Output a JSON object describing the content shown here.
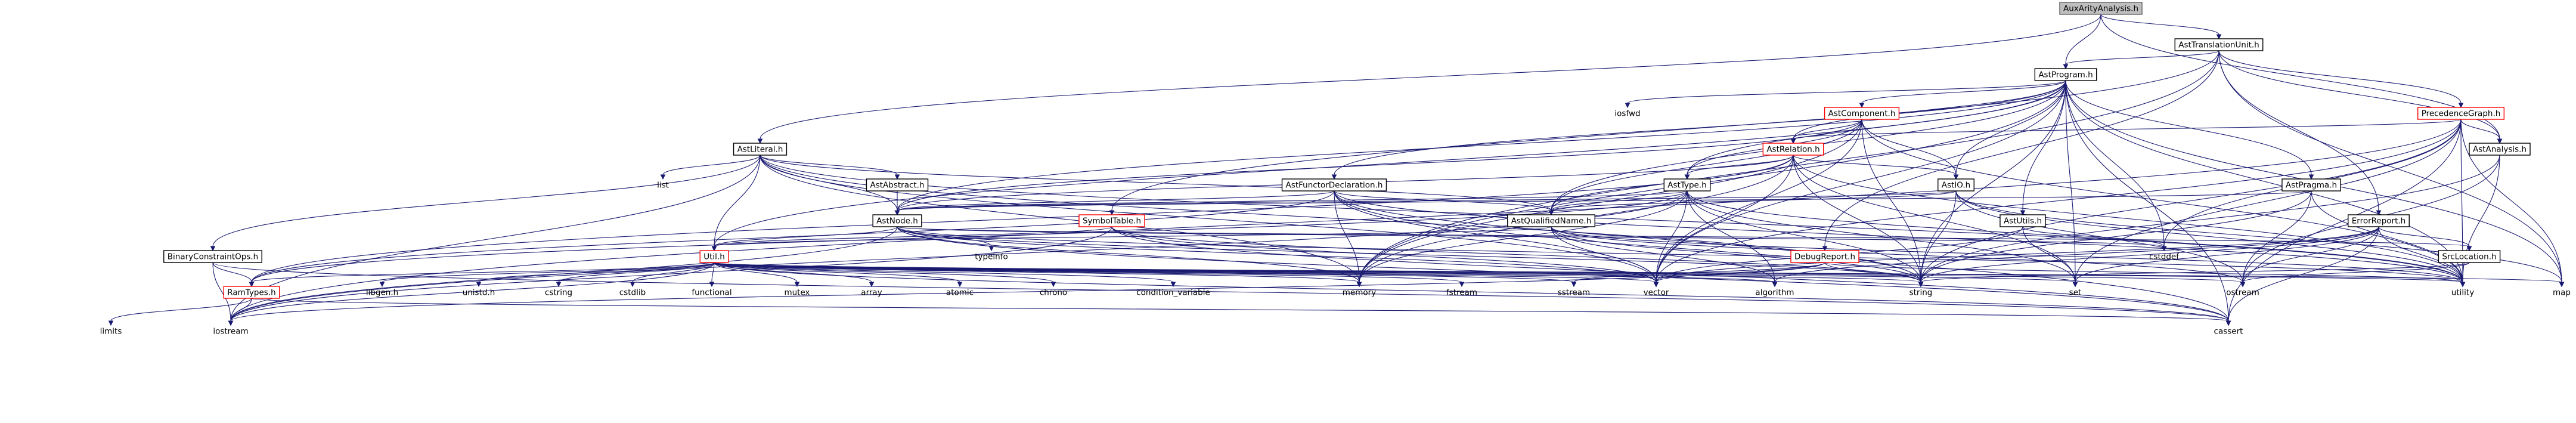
{
  "diagram": {
    "type": "include-dependency-graph",
    "colors": {
      "edge": "#191970",
      "root_fill": "#bfbfbf",
      "red_border": "#ff0000",
      "node_border": "#000000"
    },
    "nodes": [
      {
        "id": "AuxArityAnalysis_h",
        "label": "AuxArityAnalysis.h",
        "style": "root"
      },
      {
        "id": "AstTranslationUnit_h",
        "label": "AstTranslationUnit.h",
        "style": "box"
      },
      {
        "id": "AstProgram_h",
        "label": "AstProgram.h",
        "style": "box"
      },
      {
        "id": "AstLiteral_h",
        "label": "AstLiteral.h",
        "style": "box"
      },
      {
        "id": "AstComponent_h",
        "label": "AstComponent.h",
        "style": "red"
      },
      {
        "id": "PrecedenceGraph_h",
        "label": "PrecedenceGraph.h",
        "style": "red"
      },
      {
        "id": "AstRelation_h",
        "label": "AstRelation.h",
        "style": "red"
      },
      {
        "id": "AstAnalysis_h",
        "label": "AstAnalysis.h",
        "style": "box"
      },
      {
        "id": "AstAbstract_h",
        "label": "AstAbstract.h",
        "style": "box"
      },
      {
        "id": "AstFunctorDeclaration_h",
        "label": "AstFunctorDeclaration.h",
        "style": "box"
      },
      {
        "id": "AstType_h",
        "label": "AstType.h",
        "style": "box"
      },
      {
        "id": "AstIO_h",
        "label": "AstIO.h",
        "style": "box"
      },
      {
        "id": "AstPragma_h",
        "label": "AstPragma.h",
        "style": "box"
      },
      {
        "id": "AstNode_h",
        "label": "AstNode.h",
        "style": "box"
      },
      {
        "id": "SymbolTable_h",
        "label": "SymbolTable.h",
        "style": "red"
      },
      {
        "id": "AstQualifiedName_h",
        "label": "AstQualifiedName.h",
        "style": "box"
      },
      {
        "id": "AstUtils_h",
        "label": "AstUtils.h",
        "style": "box"
      },
      {
        "id": "ErrorReport_h",
        "label": "ErrorReport.h",
        "style": "box"
      },
      {
        "id": "BinaryConstraintOps_h",
        "label": "BinaryConstraintOps.h",
        "style": "box"
      },
      {
        "id": "Util_h",
        "label": "Util.h",
        "style": "red"
      },
      {
        "id": "DebugReport_h",
        "label": "DebugReport.h",
        "style": "red"
      },
      {
        "id": "SrcLocation_h",
        "label": "SrcLocation.h",
        "style": "box"
      },
      {
        "id": "RamTypes_h",
        "label": "RamTypes.h",
        "style": "red"
      },
      {
        "id": "iosfwd",
        "label": "iosfwd",
        "style": "free"
      },
      {
        "id": "list",
        "label": "list",
        "style": "free"
      },
      {
        "id": "typeinfo",
        "label": "typeinfo",
        "style": "free"
      },
      {
        "id": "cstddef",
        "label": "cstddef",
        "style": "free"
      },
      {
        "id": "libgen_h",
        "label": "libgen.h",
        "style": "free"
      },
      {
        "id": "unistd_h",
        "label": "unistd.h",
        "style": "free"
      },
      {
        "id": "cstring",
        "label": "cstring",
        "style": "free"
      },
      {
        "id": "cstdlib",
        "label": "cstdlib",
        "style": "free"
      },
      {
        "id": "functional",
        "label": "functional",
        "style": "free"
      },
      {
        "id": "mutex",
        "label": "mutex",
        "style": "free"
      },
      {
        "id": "array",
        "label": "array",
        "style": "free"
      },
      {
        "id": "atomic",
        "label": "atomic",
        "style": "free"
      },
      {
        "id": "chrono",
        "label": "chrono",
        "style": "free"
      },
      {
        "id": "condition_variable",
        "label": "condition_variable",
        "style": "free"
      },
      {
        "id": "memory",
        "label": "memory",
        "style": "free"
      },
      {
        "id": "fstream",
        "label": "fstream",
        "style": "free"
      },
      {
        "id": "sstream",
        "label": "sstream",
        "style": "free"
      },
      {
        "id": "vector",
        "label": "vector",
        "style": "free"
      },
      {
        "id": "algorithm",
        "label": "algorithm",
        "style": "free"
      },
      {
        "id": "string",
        "label": "string",
        "style": "free"
      },
      {
        "id": "set",
        "label": "set",
        "style": "free"
      },
      {
        "id": "ostream",
        "label": "ostream",
        "style": "free"
      },
      {
        "id": "utility",
        "label": "utility",
        "style": "free"
      },
      {
        "id": "map",
        "label": "map",
        "style": "free"
      },
      {
        "id": "limits",
        "label": "limits",
        "style": "free"
      },
      {
        "id": "iostream",
        "label": "iostream",
        "style": "free"
      },
      {
        "id": "cassert",
        "label": "cassert",
        "style": "free"
      }
    ],
    "edges": [
      [
        "AuxArityAnalysis_h",
        "AstTranslationUnit_h"
      ],
      [
        "AuxArityAnalysis_h",
        "AstProgram_h"
      ],
      [
        "AuxArityAnalysis_h",
        "AstLiteral_h"
      ],
      [
        "AuxArityAnalysis_h",
        "AstAnalysis_h"
      ],
      [
        "AstTranslationUnit_h",
        "AstProgram_h"
      ],
      [
        "AstTranslationUnit_h",
        "PrecedenceGraph_h"
      ],
      [
        "AstTranslationUnit_h",
        "AstAnalysis_h"
      ],
      [
        "AstTranslationUnit_h",
        "ErrorReport_h"
      ],
      [
        "AstTranslationUnit_h",
        "DebugReport_h"
      ],
      [
        "AstTranslationUnit_h",
        "SymbolTable_h"
      ],
      [
        "AstTranslationUnit_h",
        "memory"
      ],
      [
        "AstTranslationUnit_h",
        "map"
      ],
      [
        "AstProgram_h",
        "iosfwd"
      ],
      [
        "AstProgram_h",
        "AstComponent_h"
      ],
      [
        "AstProgram_h",
        "AstRelation_h"
      ],
      [
        "AstProgram_h",
        "AstFunctorDeclaration_h"
      ],
      [
        "AstProgram_h",
        "AstType_h"
      ],
      [
        "AstProgram_h",
        "AstIO_h"
      ],
      [
        "AstProgram_h",
        "AstPragma_h"
      ],
      [
        "AstProgram_h",
        "AstNode_h"
      ],
      [
        "AstProgram_h",
        "AstQualifiedName_h"
      ],
      [
        "AstProgram_h",
        "AstUtils_h"
      ],
      [
        "AstProgram_h",
        "Util_h"
      ],
      [
        "AstProgram_h",
        "cstddef"
      ],
      [
        "AstProgram_h",
        "memory"
      ],
      [
        "AstProgram_h",
        "vector"
      ],
      [
        "AstProgram_h",
        "string"
      ],
      [
        "AstProgram_h",
        "set"
      ],
      [
        "AstProgram_h",
        "map"
      ],
      [
        "AstProgram_h",
        "utility"
      ],
      [
        "AstProgram_h",
        "cassert"
      ],
      [
        "AstLiteral_h",
        "list"
      ],
      [
        "AstLiteral_h",
        "AstAbstract_h"
      ],
      [
        "AstLiteral_h",
        "AstNode_h"
      ],
      [
        "AstLiteral_h",
        "AstQualifiedName_h"
      ],
      [
        "AstLiteral_h",
        "BinaryConstraintOps_h"
      ],
      [
        "AstLiteral_h",
        "Util_h"
      ],
      [
        "AstLiteral_h",
        "memory"
      ],
      [
        "AstLiteral_h",
        "vector"
      ],
      [
        "AstLiteral_h",
        "string"
      ],
      [
        "AstLiteral_h",
        "iostream"
      ],
      [
        "AstLiteral_h",
        "utility"
      ],
      [
        "AstComponent_h",
        "AstRelation_h"
      ],
      [
        "AstComponent_h",
        "AstType_h"
      ],
      [
        "AstComponent_h",
        "AstIO_h"
      ],
      [
        "AstComponent_h",
        "AstNode_h"
      ],
      [
        "AstComponent_h",
        "AstQualifiedName_h"
      ],
      [
        "AstComponent_h",
        "memory"
      ],
      [
        "AstComponent_h",
        "vector"
      ],
      [
        "AstComponent_h",
        "string"
      ],
      [
        "AstComponent_h",
        "utility"
      ],
      [
        "PrecedenceGraph_h",
        "AstRelation_h"
      ],
      [
        "PrecedenceGraph_h",
        "AstAnalysis_h"
      ],
      [
        "PrecedenceGraph_h",
        "cstddef"
      ],
      [
        "PrecedenceGraph_h",
        "string"
      ],
      [
        "PrecedenceGraph_h",
        "set"
      ],
      [
        "PrecedenceGraph_h",
        "vector"
      ],
      [
        "PrecedenceGraph_h",
        "map"
      ],
      [
        "PrecedenceGraph_h",
        "utility"
      ],
      [
        "PrecedenceGraph_h",
        "iostream"
      ],
      [
        "PrecedenceGraph_h",
        "cassert"
      ],
      [
        "AstRelation_h",
        "AstType_h"
      ],
      [
        "AstRelation_h",
        "AstIO_h"
      ],
      [
        "AstRelation_h",
        "AstNode_h"
      ],
      [
        "AstRelation_h",
        "AstQualifiedName_h"
      ],
      [
        "AstRelation_h",
        "RamTypes_h"
      ],
      [
        "AstRelation_h",
        "memory"
      ],
      [
        "AstRelation_h",
        "vector"
      ],
      [
        "AstRelation_h",
        "string"
      ],
      [
        "AstRelation_h",
        "set"
      ],
      [
        "AstRelation_h",
        "utility"
      ],
      [
        "AstAnalysis_h",
        "ostream"
      ],
      [
        "AstAnalysis_h",
        "string"
      ],
      [
        "AstAnalysis_h",
        "utility"
      ],
      [
        "AstAbstract_h",
        "AstNode_h"
      ],
      [
        "AstFunctorDeclaration_h",
        "AstNode_h"
      ],
      [
        "AstFunctorDeclaration_h",
        "AstQualifiedName_h"
      ],
      [
        "AstFunctorDeclaration_h",
        "RamTypes_h"
      ],
      [
        "AstFunctorDeclaration_h",
        "memory"
      ],
      [
        "AstFunctorDeclaration_h",
        "vector"
      ],
      [
        "AstFunctorDeclaration_h",
        "string"
      ],
      [
        "AstFunctorDeclaration_h",
        "utility"
      ],
      [
        "AstFunctorDeclaration_h",
        "cassert"
      ],
      [
        "AstType_h",
        "AstNode_h"
      ],
      [
        "AstType_h",
        "AstQualifiedName_h"
      ],
      [
        "AstType_h",
        "RamTypes_h"
      ],
      [
        "AstType_h",
        "memory"
      ],
      [
        "AstType_h",
        "vector"
      ],
      [
        "AstType_h",
        "string"
      ],
      [
        "AstType_h",
        "set"
      ],
      [
        "AstType_h",
        "algorithm"
      ],
      [
        "AstType_h",
        "utility"
      ],
      [
        "AstType_h",
        "iostream"
      ],
      [
        "AstIO_h",
        "AstNode_h"
      ],
      [
        "AstIO_h",
        "AstQualifiedName_h"
      ],
      [
        "AstIO_h",
        "string"
      ],
      [
        "AstIO_h",
        "map"
      ],
      [
        "AstIO_h",
        "utility"
      ],
      [
        "AstIO_h",
        "ostream"
      ],
      [
        "AstPragma_h",
        "AstNode_h"
      ],
      [
        "AstPragma_h",
        "string"
      ],
      [
        "AstPragma_h",
        "ostream"
      ],
      [
        "AstPragma_h",
        "utility"
      ],
      [
        "AstNode_h",
        "SrcLocation_h"
      ],
      [
        "AstNode_h",
        "typeinfo"
      ],
      [
        "AstNode_h",
        "Util_h"
      ],
      [
        "AstNode_h",
        "memory"
      ],
      [
        "AstNode_h",
        "vector"
      ],
      [
        "AstNode_h",
        "string"
      ],
      [
        "AstNode_h",
        "iostream"
      ],
      [
        "AstNode_h",
        "utility"
      ],
      [
        "AstNode_h",
        "cassert"
      ],
      [
        "AstNode_h",
        "cstddef"
      ],
      [
        "SymbolTable_h",
        "Util_h"
      ],
      [
        "SymbolTable_h",
        "string"
      ],
      [
        "SymbolTable_h",
        "vector"
      ],
      [
        "SymbolTable_h",
        "iostream"
      ],
      [
        "SymbolTable_h",
        "cassert"
      ],
      [
        "AstQualifiedName_h",
        "Util_h"
      ],
      [
        "AstQualifiedName_h",
        "string"
      ],
      [
        "AstQualifiedName_h",
        "vector"
      ],
      [
        "AstQualifiedName_h",
        "algorithm"
      ],
      [
        "AstQualifiedName_h",
        "utility"
      ],
      [
        "AstQualifiedName_h",
        "ostream"
      ],
      [
        "AstUtils_h",
        "set"
      ],
      [
        "AstUtils_h",
        "vector"
      ],
      [
        "AstUtils_h",
        "cstddef"
      ],
      [
        "ErrorReport_h",
        "SrcLocation_h"
      ],
      [
        "ErrorReport_h",
        "set"
      ],
      [
        "ErrorReport_h",
        "string"
      ],
      [
        "ErrorReport_h",
        "vector"
      ],
      [
        "ErrorReport_h",
        "algorithm"
      ],
      [
        "ErrorReport_h",
        "utility"
      ],
      [
        "ErrorReport_h",
        "ostream"
      ],
      [
        "ErrorReport_h",
        "cassert"
      ],
      [
        "BinaryConstraintOps_h",
        "RamTypes_h"
      ],
      [
        "BinaryConstraintOps_h",
        "iostream"
      ],
      [
        "BinaryConstraintOps_h",
        "cassert"
      ],
      [
        "Util_h",
        "RamTypes_h"
      ],
      [
        "Util_h",
        "libgen_h"
      ],
      [
        "Util_h",
        "unistd_h"
      ],
      [
        "Util_h",
        "cstring"
      ],
      [
        "Util_h",
        "cstdlib"
      ],
      [
        "Util_h",
        "functional"
      ],
      [
        "Util_h",
        "mutex"
      ],
      [
        "Util_h",
        "array"
      ],
      [
        "Util_h",
        "atomic"
      ],
      [
        "Util_h",
        "chrono"
      ],
      [
        "Util_h",
        "condition_variable"
      ],
      [
        "Util_h",
        "memory"
      ],
      [
        "Util_h",
        "fstream"
      ],
      [
        "Util_h",
        "sstream"
      ],
      [
        "Util_h",
        "vector"
      ],
      [
        "Util_h",
        "algorithm"
      ],
      [
        "Util_h",
        "string"
      ],
      [
        "Util_h",
        "set"
      ],
      [
        "Util_h",
        "map"
      ],
      [
        "Util_h",
        "utility"
      ],
      [
        "Util_h",
        "iostream"
      ],
      [
        "Util_h",
        "cassert"
      ],
      [
        "Util_h",
        "ostream"
      ],
      [
        "DebugReport_h",
        "sstream"
      ],
      [
        "DebugReport_h",
        "string"
      ],
      [
        "DebugReport_h",
        "vector"
      ],
      [
        "DebugReport_h",
        "utility"
      ],
      [
        "DebugReport_h",
        "iostream"
      ],
      [
        "SrcLocation_h",
        "ostream"
      ],
      [
        "SrcLocation_h",
        "string"
      ],
      [
        "RamTypes_h",
        "cassert"
      ],
      [
        "RamTypes_h",
        "limits"
      ],
      [
        "RamTypes_h",
        "iostream"
      ]
    ]
  }
}
